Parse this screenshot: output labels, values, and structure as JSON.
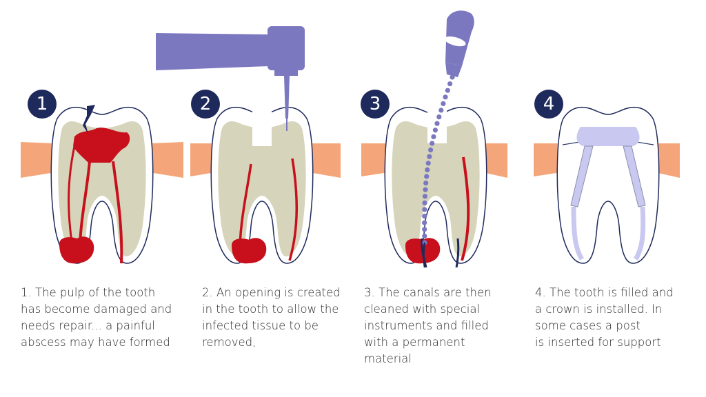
{
  "steps": [
    {
      "number": "1",
      "caption_lines": [
        "1. The pulp of the tooth",
        "has become damaged and",
        "needs repair... a painful",
        "abscess may have formed"
      ]
    },
    {
      "number": "2",
      "caption_lines": [
        "2. An opening is created",
        "in the tooth to allow the",
        "infected tissue to be",
        "removed,"
      ]
    },
    {
      "number": "3",
      "caption_lines": [
        "3. The canals are then",
        "cleaned with special",
        "instruments and filled",
        "with a permanent",
        "material"
      ]
    },
    {
      "number": "4",
      "caption_lines": [
        "4. The tooth is filled and",
        "a crown is installed. In",
        "some cases a post",
        "is inserted for support"
      ]
    }
  ],
  "colors": {
    "badge": "#1f2a5c",
    "dentin": "#d6d4bb",
    "pulp": "#c8101c",
    "gum": "#f4a67a",
    "tool": "#7b78c0",
    "filling": "#c9c8f0",
    "outline": "#1f2a5c"
  }
}
